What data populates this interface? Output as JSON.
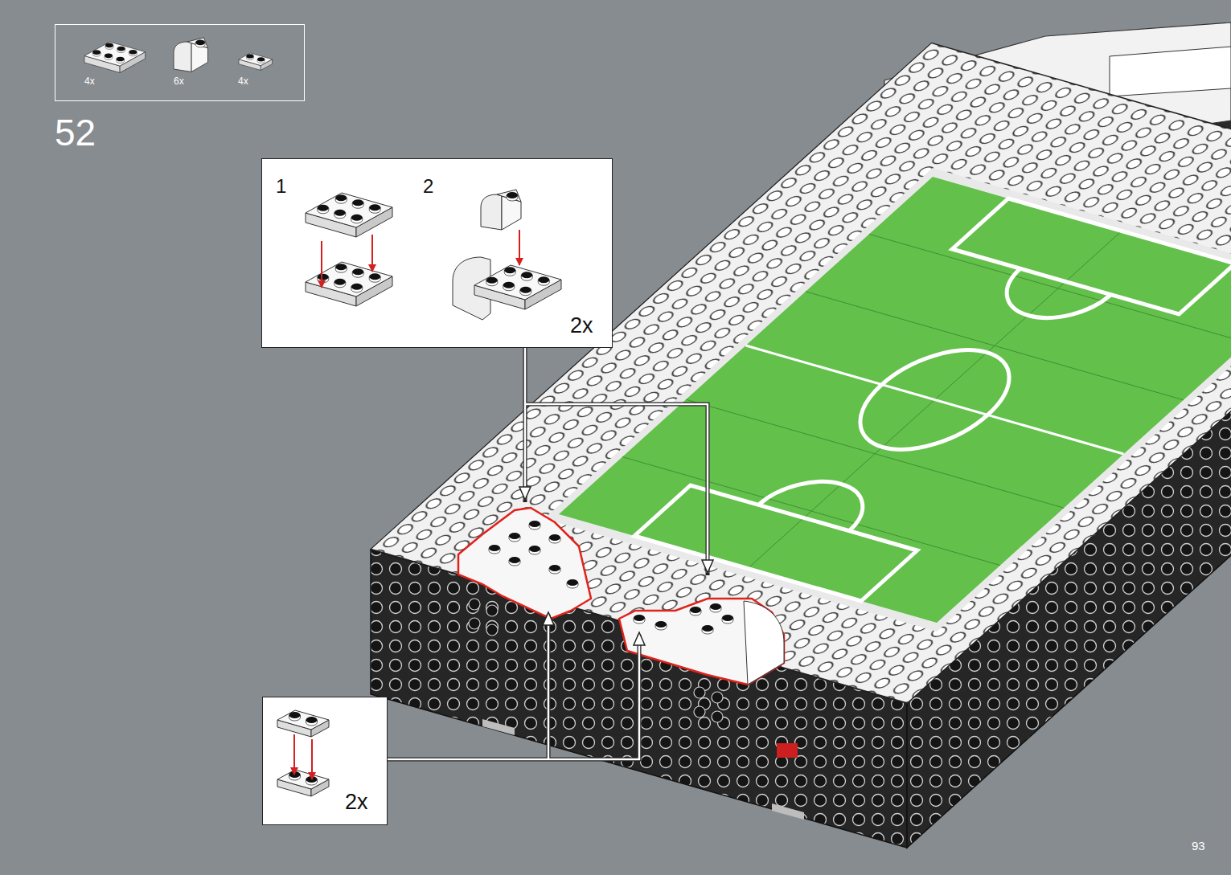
{
  "diagram": {
    "nodes": [
      {
        "text": [
          "4x",
          "6x",
          "4x"
        ]
      },
      {
        "text": [
          "1",
          "2",
          "2x"
        ]
      },
      {
        "text": [
          "2x"
        ]
      }
    ],
    "labels": [
      "52",
      "93"
    ]
  }
}
